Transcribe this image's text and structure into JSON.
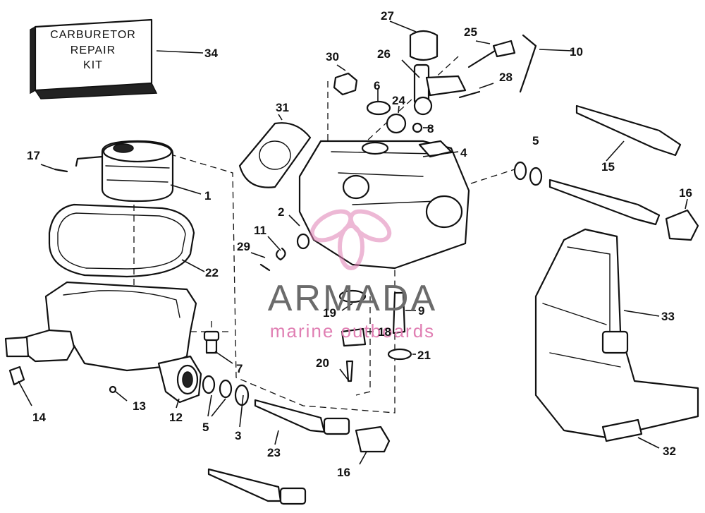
{
  "kit": {
    "line1": "CARBURETOR",
    "line2": "REPAIR",
    "line3": "KIT"
  },
  "watermark": {
    "title": "ARMADA",
    "subtitle": "marine outboards",
    "accent": "#e07fb3",
    "gray": "#6b6b6b"
  },
  "callouts": {
    "c1": "1",
    "c2": "2",
    "c3": "3",
    "c4": "4",
    "c5a": "5",
    "c5b": "5",
    "c6": "6",
    "c7": "7",
    "c8": "8",
    "c9": "9",
    "c10": "10",
    "c11": "11",
    "c12": "12",
    "c13": "13",
    "c14": "14",
    "c15": "15",
    "c16a": "16",
    "c16b": "16",
    "c17": "17",
    "c18": "18",
    "c19": "19",
    "c20": "20",
    "c21": "21",
    "c22": "22",
    "c23": "23",
    "c24": "24",
    "c25": "25",
    "c26": "26",
    "c27": "27",
    "c28": "28",
    "c29": "29",
    "c30": "30",
    "c31": "31",
    "c32": "32",
    "c33": "33",
    "c34": "34"
  }
}
